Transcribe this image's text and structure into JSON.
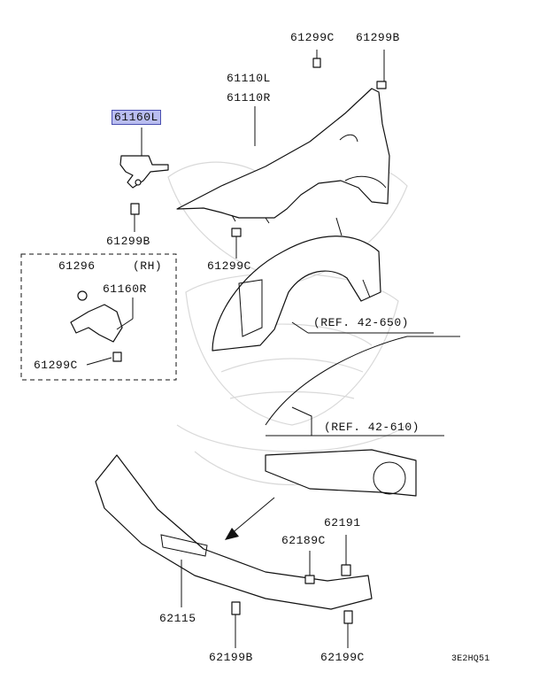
{
  "labels": {
    "p61299c_top": "61299C",
    "p61299b_top": "61299B",
    "p61110l": "61110L",
    "p61110r": "61110R",
    "p61160l": "61160L",
    "p61299b_left": "61299B",
    "p61299c_mid": "61299C",
    "p61296": "61296",
    "rh": "(RH)",
    "p61160r": "61160R",
    "p61299c_box": "61299C",
    "ref_42_650": "(REF. 42-650)",
    "ref_42_610": "(REF. 42-610)",
    "p62191": "62191",
    "p62189c": "62189C",
    "p62115": "62115",
    "p62199b": "62199B",
    "p62199c": "62199C",
    "diagram_code": "3E2HQ51"
  },
  "highlight_color": "#b9bdf0"
}
